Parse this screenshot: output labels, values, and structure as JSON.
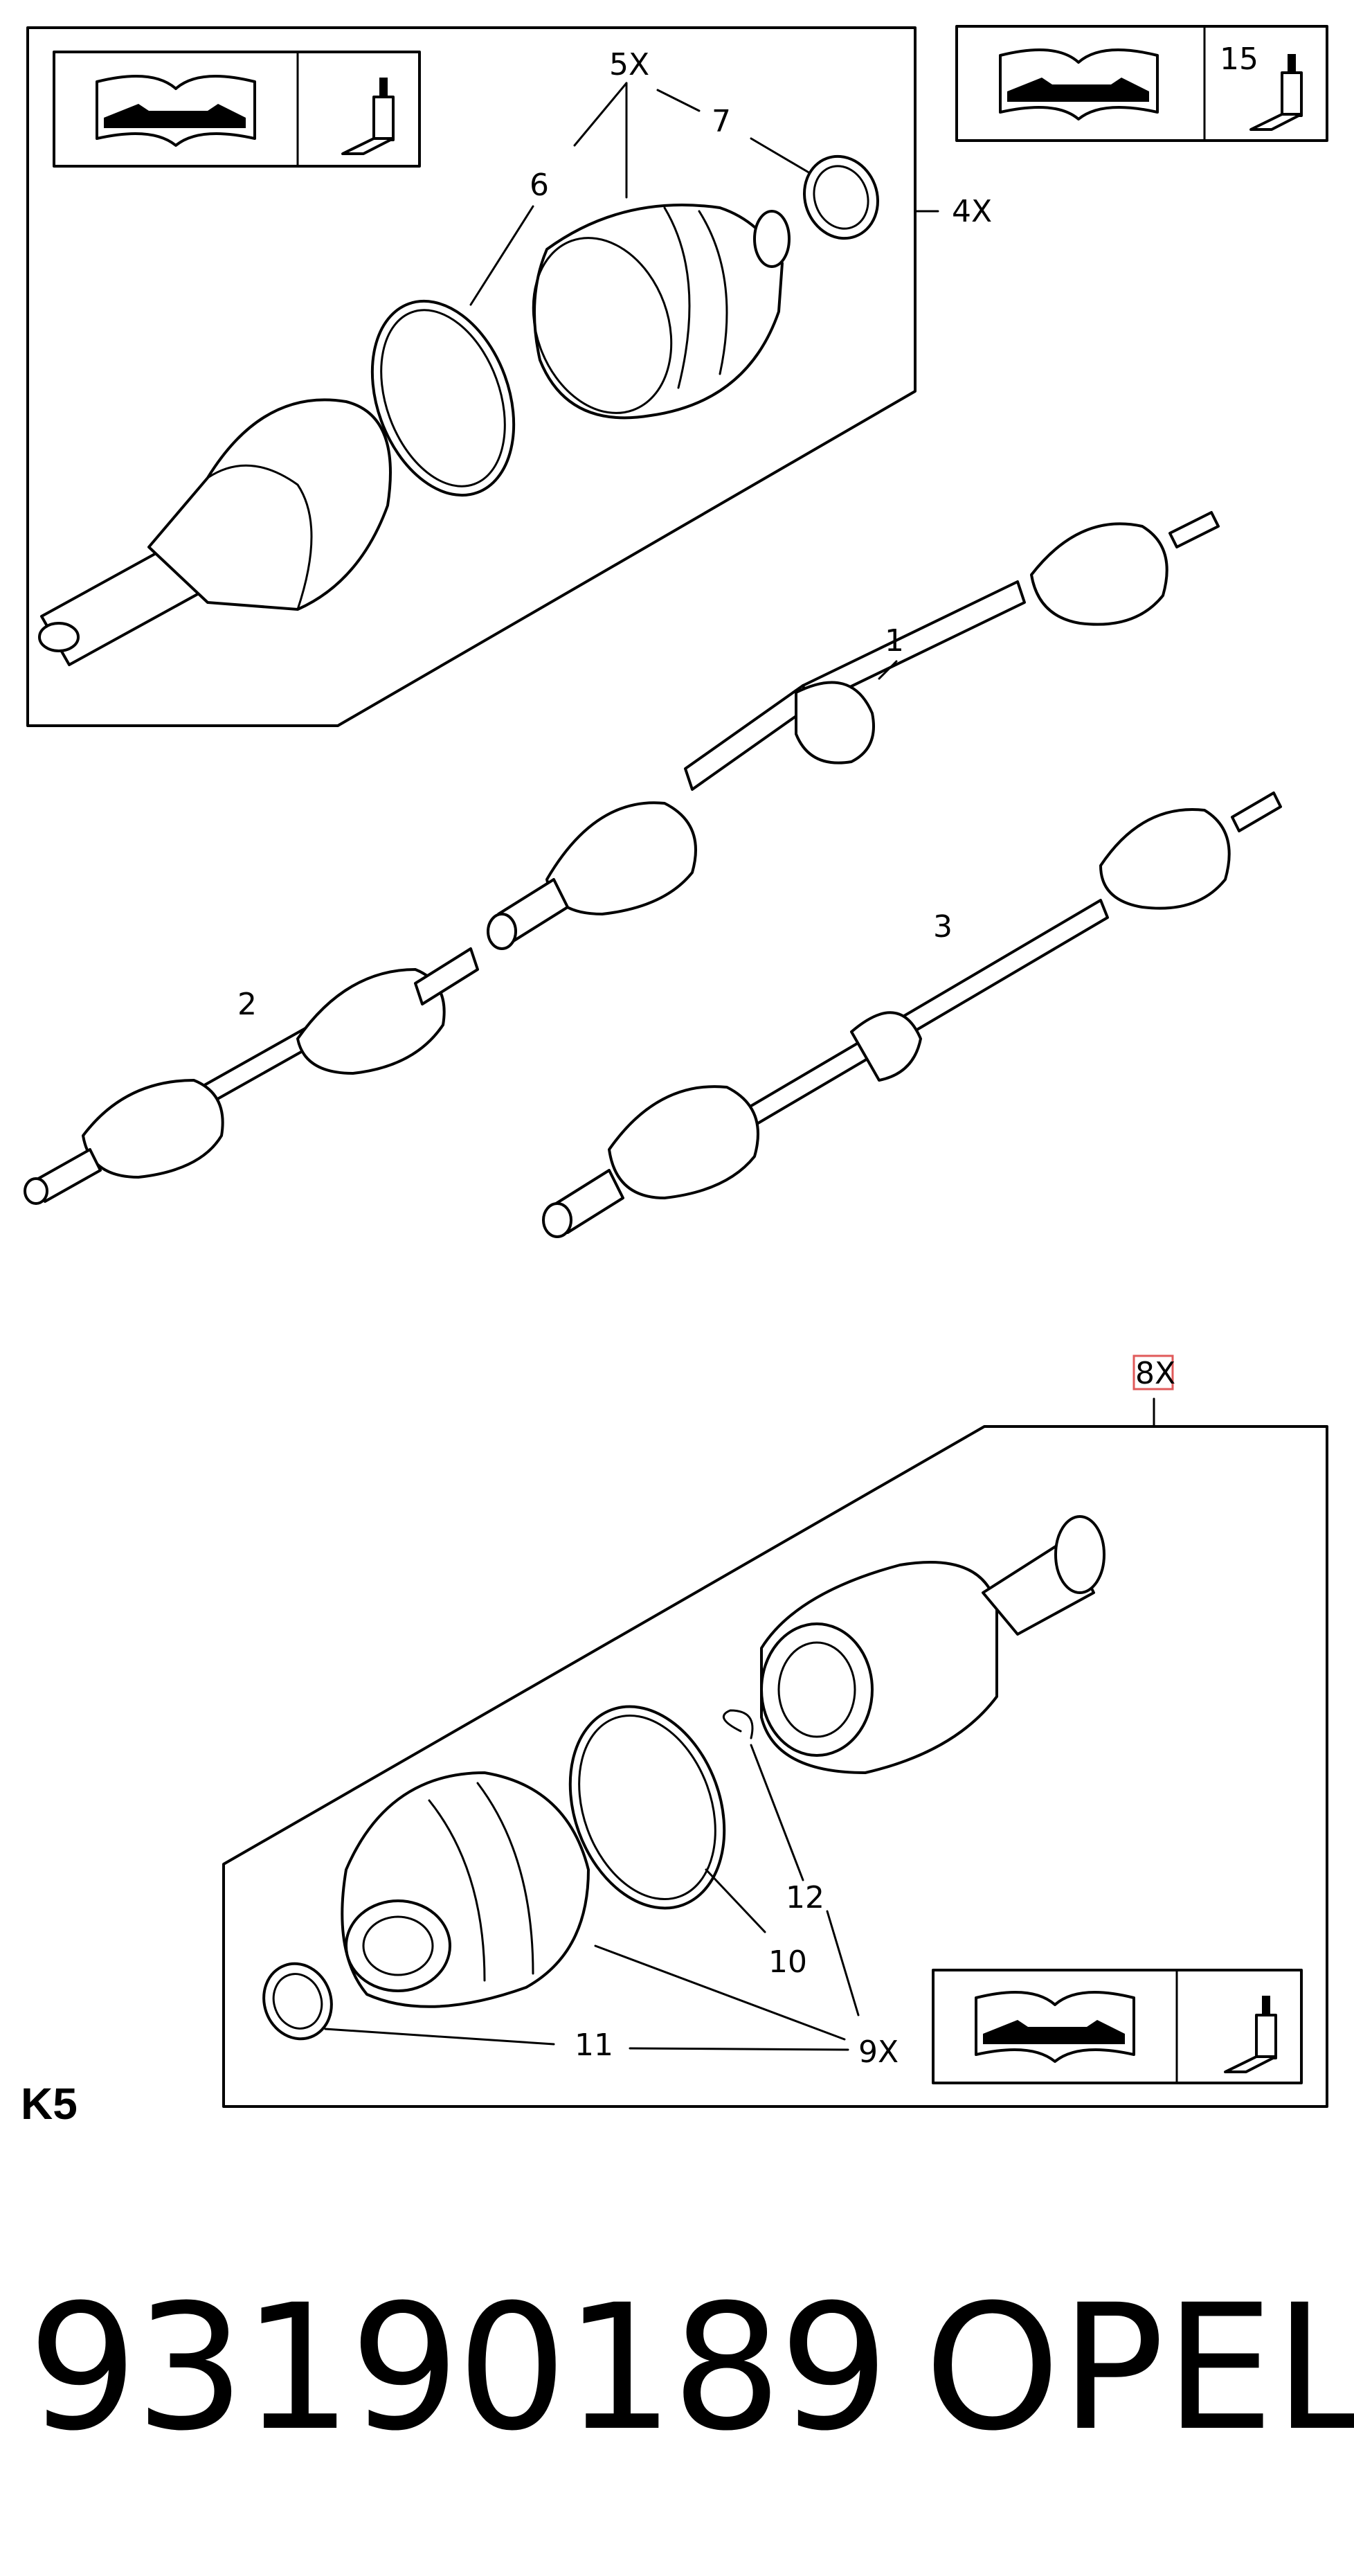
{
  "callouts": {
    "c1": "1",
    "c2": "2",
    "c3": "3",
    "c4x": "4X",
    "c5x": "5X",
    "c6": "6",
    "c7": "7",
    "c8x": "8X",
    "c9x": "9X",
    "c10": "10",
    "c11": "11",
    "c12": "12",
    "c15": "15"
  },
  "section_label": "K5",
  "footer": {
    "part_number": "93190189",
    "brand": "OPEL"
  },
  "icons": [
    "manual-wrench-icon",
    "grease-tube-icon"
  ],
  "colors": {
    "line": "#000000",
    "highlight_box": "#e05a5a"
  }
}
